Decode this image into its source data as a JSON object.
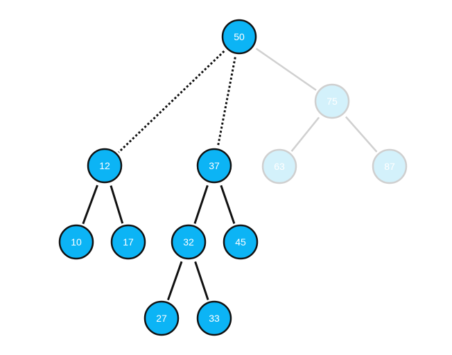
{
  "tree": {
    "colors": {
      "active_fill": "#0cb4f5",
      "active_stroke": "#111111",
      "active_text": "#ffffff",
      "faded_fill": "#d3f1fb",
      "faded_stroke": "#cfcfcf",
      "faded_text": "#ffffff",
      "active_edge": "#111111",
      "faded_edge": "#d0d0d0"
    },
    "nodes": [
      {
        "id": "n50",
        "label": "50",
        "state": "active"
      },
      {
        "id": "n75",
        "label": "75",
        "state": "faded"
      },
      {
        "id": "n12",
        "label": "12",
        "state": "active"
      },
      {
        "id": "n37",
        "label": "37",
        "state": "active"
      },
      {
        "id": "n63",
        "label": "63",
        "state": "faded"
      },
      {
        "id": "n87",
        "label": "87",
        "state": "faded"
      },
      {
        "id": "n10",
        "label": "10",
        "state": "active"
      },
      {
        "id": "n17",
        "label": "17",
        "state": "active"
      },
      {
        "id": "n32",
        "label": "32",
        "state": "active"
      },
      {
        "id": "n45",
        "label": "45",
        "state": "active"
      },
      {
        "id": "n27",
        "label": "27",
        "state": "active"
      },
      {
        "id": "n33",
        "label": "33",
        "state": "active"
      }
    ],
    "edges": [
      {
        "from": "n50",
        "to": "n12",
        "style": "dotted"
      },
      {
        "from": "n50",
        "to": "n37",
        "style": "dotted"
      },
      {
        "from": "n50",
        "to": "n75",
        "style": "faded"
      },
      {
        "from": "n75",
        "to": "n63",
        "style": "faded"
      },
      {
        "from": "n75",
        "to": "n87",
        "style": "faded"
      },
      {
        "from": "n12",
        "to": "n10",
        "style": "solid"
      },
      {
        "from": "n12",
        "to": "n17",
        "style": "solid"
      },
      {
        "from": "n37",
        "to": "n32",
        "style": "solid"
      },
      {
        "from": "n37",
        "to": "n45",
        "style": "solid"
      },
      {
        "from": "n32",
        "to": "n27",
        "style": "solid"
      },
      {
        "from": "n32",
        "to": "n33",
        "style": "solid"
      }
    ]
  }
}
